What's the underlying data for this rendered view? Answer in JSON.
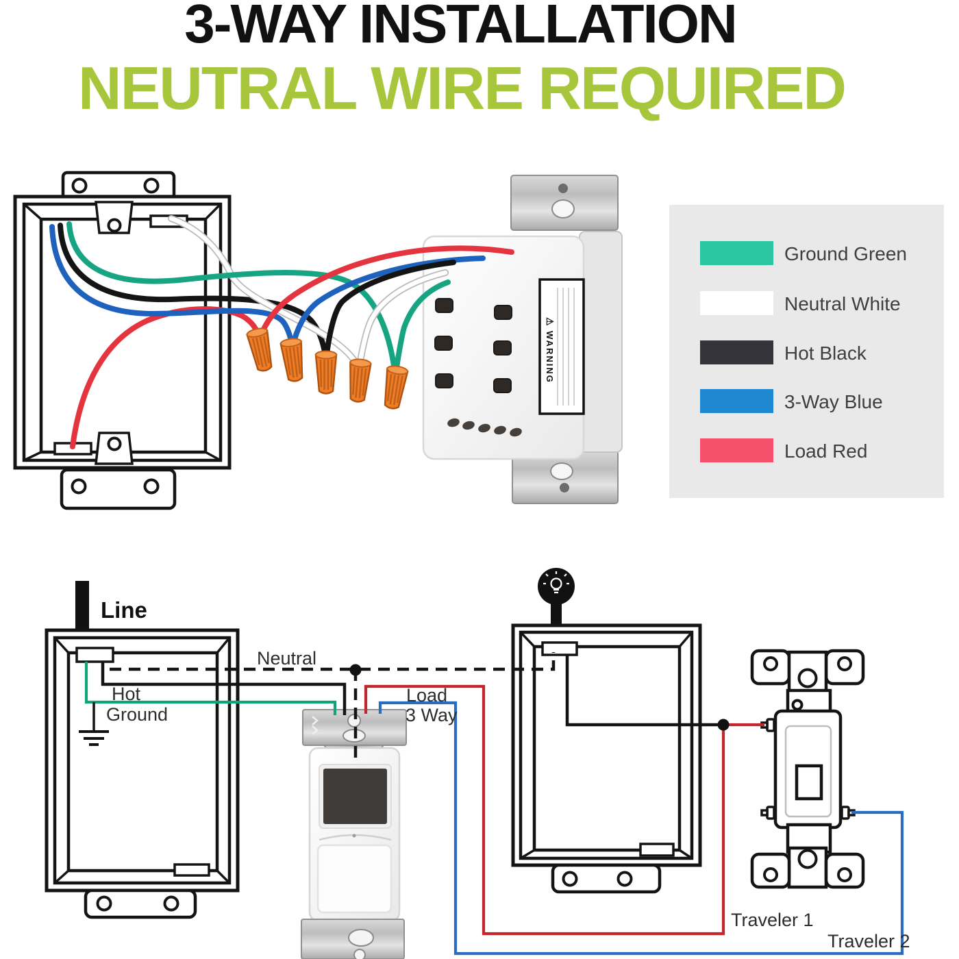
{
  "title": {
    "line1": "3-WAY INSTALLATION",
    "line2": "NEUTRAL WIRE REQUIRED",
    "line1_color": "#111111",
    "line2_color": "#a8c63c"
  },
  "legend": {
    "panel_bg": "#e9e9e9",
    "items": [
      {
        "label": "Ground Green",
        "color": "#2bc5a2"
      },
      {
        "label": "Neutral White",
        "color": "#ffffff"
      },
      {
        "label": "Hot Black",
        "color": "#34343a"
      },
      {
        "label": "3-Way Blue",
        "color": "#1e88d1"
      },
      {
        "label": "Load Red",
        "color": "#f5506c"
      }
    ]
  },
  "device": {
    "warning_label": "WARNING"
  },
  "diagram": {
    "labels": {
      "line": "Line",
      "neutral": "Neutral",
      "hot": "Hot",
      "ground": "Ground",
      "load": "Load",
      "three_way": "3 Way",
      "traveler1": "Traveler 1",
      "traveler2": "Traveler 2"
    }
  },
  "colors": {
    "wire_red": "#e3343f",
    "wire_blue": "#1e62be",
    "wire_green": "#17a482",
    "wire_black": "#141414",
    "wire_white": "#ffffff",
    "nut_orange": "#ee7d25",
    "nut_cap": "#f59a4c",
    "line_red": "#c1272d",
    "line_blue": "#2a6cc0",
    "line_green": "#12a379"
  }
}
